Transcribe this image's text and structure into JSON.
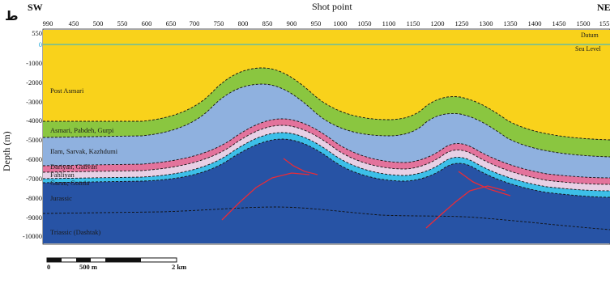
{
  "panel_letter": "ط",
  "orientation": {
    "left": "SW",
    "right": "NE"
  },
  "x_axis_title": "Shot point",
  "y_axis_title": "Depth (m)",
  "x_ticks": [
    "990",
    "450",
    "500",
    "550",
    "600",
    "650",
    "700",
    "750",
    "800",
    "850",
    "900",
    "950",
    "1000",
    "1050",
    "1100",
    "1150",
    "1200",
    "1250",
    "1300",
    "1350",
    "1400",
    "1450",
    "1500",
    "155"
  ],
  "y_ticks": [
    "550",
    "0",
    "-1000",
    "-2000",
    "-3000",
    "-4000",
    "-5000",
    "-6000",
    "-7000",
    "-8000",
    "-9000",
    "-10000"
  ],
  "reference_lines": {
    "datum": "Datum",
    "sea_level": "Sea Level"
  },
  "layers": [
    {
      "name": "Post Asmari",
      "color": "#f9d21b"
    },
    {
      "name": "Asmari, Pabdeh, Gurpi",
      "color": "#8ac640"
    },
    {
      "name": "Ilam, Sarvak, Kazhdumi",
      "color": "#8fb1df"
    },
    {
      "name": "Dariyan, Gadvan",
      "color": "#e3739c"
    },
    {
      "name": "Fahliyan",
      "color": "#e7d0e5"
    },
    {
      "name": "Garau, Gotnia",
      "color": "#3cbfe8"
    },
    {
      "name": "Jurassic",
      "color": "#2753a5"
    },
    {
      "name": "Triassic (Dashtak)",
      "color": "#ee61b0"
    }
  ],
  "fault_color": "#ea2b37",
  "scale_bar": {
    "start": "0",
    "mid": "500 m",
    "end": "2 km"
  }
}
